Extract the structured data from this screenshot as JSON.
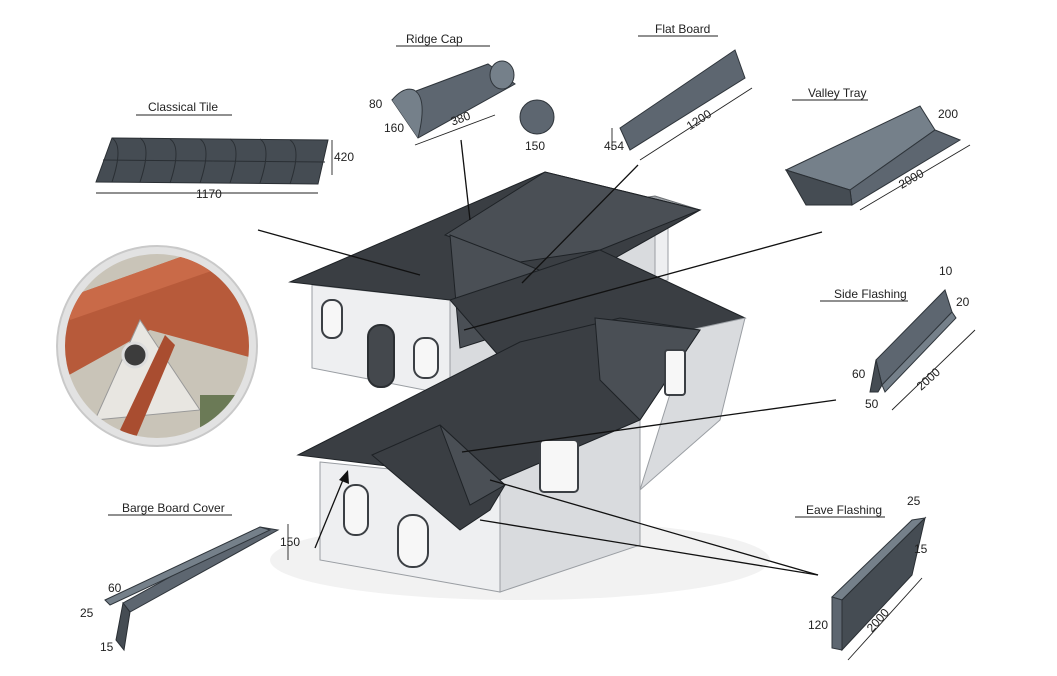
{
  "labels": {
    "classical_tile": "Classical Tile",
    "ridge_cap": "Ridge Cap",
    "flat_board": "Flat Board",
    "valley_tray": "Valley Tray",
    "side_flashing": "Side Flashing",
    "barge_board_cover": "Barge Board Cover",
    "eave_flashing": "Eave Flashing"
  },
  "dimensions": {
    "classical_tile": {
      "width": "1170",
      "height": "420"
    },
    "ridge_cap": {
      "height": "80",
      "width": "160",
      "length": "380",
      "end_diameter": "150"
    },
    "flat_board": {
      "width": "454",
      "length": "1200"
    },
    "valley_tray": {
      "width": "200",
      "length": "2000"
    },
    "side_flashing": {
      "top": "10",
      "lip": "20",
      "height": "60",
      "base": "50",
      "length": "2000"
    },
    "barge_board_cover": {
      "top": "60",
      "side": "25",
      "height": "150",
      "bottom": "15"
    },
    "eave_flashing": {
      "top": "25",
      "lip": "15",
      "height": "120",
      "length": "2000"
    }
  },
  "colors": {
    "metal": "#5d6670",
    "roof": "#3a3e43",
    "wall": "#eeeff1",
    "inset_roof": "#b75a3a",
    "inset_frame": "#d8d8d8"
  }
}
